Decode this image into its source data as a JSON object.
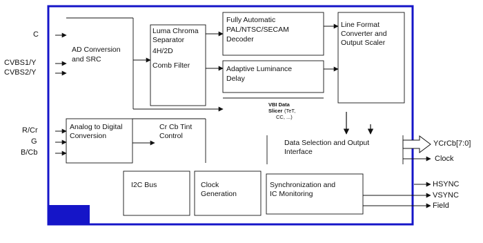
{
  "colors": {
    "border": "#1515c8",
    "line": "#111111",
    "fill_block": "#1515c8"
  },
  "inputs": {
    "c": "C",
    "cvbs1": "CVBS1/Y",
    "cvbs2": "CVBS2/Y",
    "rcr": "R/Cr",
    "g": "G",
    "bcb": "B/Cb"
  },
  "outputs": {
    "ycrcb": "YCrCb[7:0]",
    "clock": "Clock",
    "hsync": "HSYNC",
    "vsync": "VSYNC",
    "field": "Field"
  },
  "blocks": {
    "ad_conversion": {
      "line1": "AD Conversion",
      "line2": "and SRC"
    },
    "luma_chroma": {
      "line1": "Luma Chroma",
      "line2": "Separator",
      "line3": "4H/2D",
      "line4": "Comb Filter"
    },
    "decoder": {
      "line1": "Fully Automatic",
      "line2": "PAL/NTSC/SECAM",
      "line3": "Decoder"
    },
    "adaptive_delay": {
      "line1": "Adaptive Luminance",
      "line2": "Delay"
    },
    "line_format": {
      "line1": "Line Format",
      "line2": "Converter and",
      "line3": "Output Scaler"
    },
    "vbi_slicer": {
      "line1": "VBI Data",
      "line2": "Slicer",
      "line2b": "(TeT,",
      "line3": "CC, ...)"
    },
    "analog_digital": {
      "line1": "Analog to Digital",
      "line2": "Conversion"
    },
    "tint_control": {
      "line1": "Cr Cb Tint",
      "line2": "Control"
    },
    "data_selection": {
      "line1": "Data Selection and Output",
      "line2": "Interface"
    },
    "i2c_bus": {
      "line1": "I2C Bus"
    },
    "clock_gen": {
      "line1": "Clock",
      "line2": "Generation"
    },
    "sync_monitor": {
      "line1": "Synchronization and",
      "line2": "IC Monitoring"
    }
  }
}
